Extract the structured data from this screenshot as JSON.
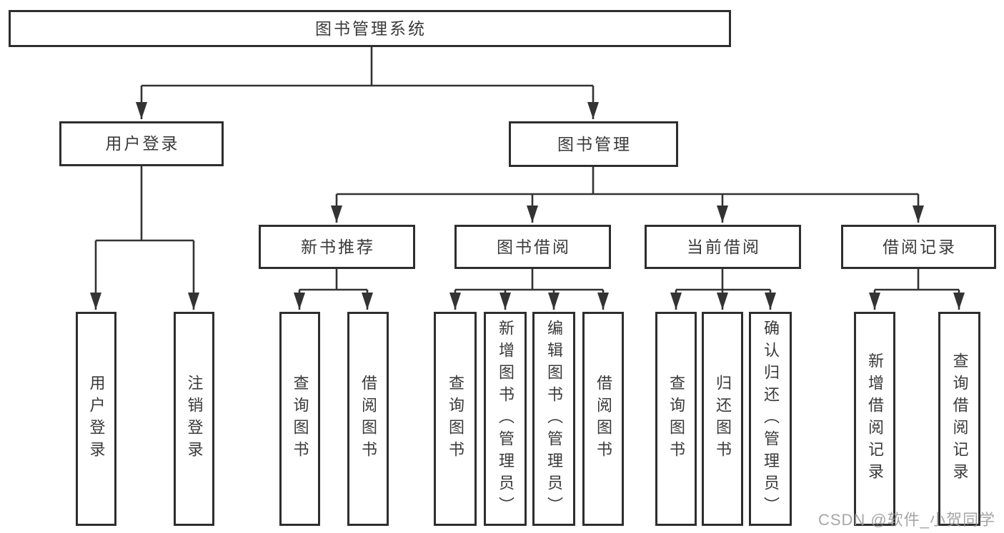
{
  "diagram": {
    "root": {
      "label": "图书管理系统"
    },
    "branches": {
      "userLogin": {
        "label": "用户登录",
        "children": {
          "login": {
            "label": "用户登录"
          },
          "logout": {
            "label": "注销登录"
          }
        }
      },
      "bookManagement": {
        "label": "图书管理",
        "children": {
          "newBookRecommend": {
            "label": "新书推荐",
            "children": {
              "queryBooks": {
                "label": "查询图书"
              },
              "borrowBooks": {
                "label": "借阅图书"
              }
            }
          },
          "bookBorrow": {
            "label": "图书借阅",
            "children": {
              "queryBooks": {
                "label": "查询图书"
              },
              "addBooks": {
                "label": "新增图书（管理员）"
              },
              "editBooks": {
                "label": "编辑图书（管理员）"
              },
              "borrowBooks": {
                "label": "借阅图书"
              }
            }
          },
          "currentBorrow": {
            "label": "当前借阅",
            "children": {
              "queryBooks": {
                "label": "查询图书"
              },
              "returnBooks": {
                "label": "归还图书"
              },
              "confirmReturn": {
                "label": "确认归还（管理员）"
              }
            }
          },
          "borrowRecord": {
            "label": "借阅记录",
            "children": {
              "addRecord": {
                "label": "新增借阅记录"
              },
              "queryRecord": {
                "label": "查询借阅记录"
              }
            }
          }
        }
      }
    },
    "watermark": "CSDN @软件_小贺同学",
    "colors": {
      "line": "#333333",
      "border": "#2e2e2e",
      "text": "#3a3a3a",
      "watermark": "#979797",
      "background": "#ffffff"
    }
  }
}
